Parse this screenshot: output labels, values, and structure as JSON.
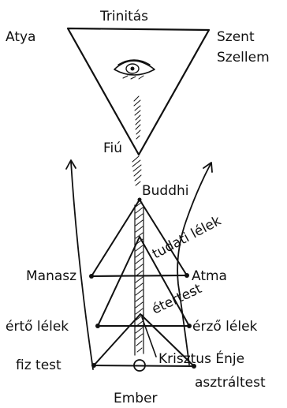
{
  "labels": {
    "trinitas": "Trinitás",
    "atya": "Atya",
    "szent": "Szent",
    "szellem": "Szellem",
    "fiu": "Fiú",
    "buddhi": "Buddhi",
    "tudati_lelek": "tudati lélek",
    "manasz": "Manasz",
    "atma": "Atma",
    "etertest": "étertest",
    "erto_lelek": "értő lélek",
    "erzo_lelek": "érző lélek",
    "krisztus_enje": "Krisztus Énje",
    "fiz_test": "fiz test",
    "asztraltest": "asztráltest",
    "ember": "Ember"
  }
}
